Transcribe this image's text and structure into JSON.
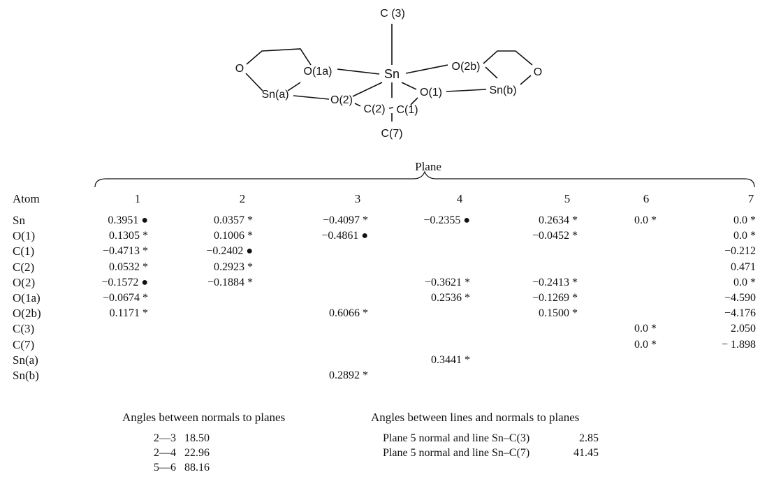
{
  "diagram": {
    "atoms": {
      "c3": "C (3)",
      "o_left": "O",
      "o1a": "O(1a)",
      "sn": "Sn",
      "o2b": "O(2b)",
      "o_right": "O",
      "sna": "Sn(a)",
      "o2": "O(2)",
      "c2": "C(2)",
      "c1": "C(1)",
      "o1": "O(1)",
      "snb": "Sn(b)",
      "c7": "C(7)"
    }
  },
  "table": {
    "group_title": "Plane",
    "atom_header": "Atom",
    "plane_headers": [
      "1",
      "2",
      "3",
      "4",
      "5",
      "6",
      "7"
    ],
    "rows": [
      {
        "atom": "Sn",
        "values": [
          "0.3951 ●",
          "0.0357 *",
          "−0.4097 *",
          "−0.2355 ●",
          "0.2634 *",
          "0.0 *",
          "0.0 *"
        ]
      },
      {
        "atom": "O(1)",
        "values": [
          "0.1305 *",
          "0.1006 *",
          "−0.4861 ●",
          "",
          "−0.0452 *",
          "",
          "0.0 *"
        ]
      },
      {
        "atom": "C(1)",
        "values": [
          "−0.4713 *",
          "−0.2402 ●",
          "",
          "",
          "",
          "",
          "−0.212"
        ]
      },
      {
        "atom": "C(2)",
        "values": [
          "0.0532 *",
          "0.2923 *",
          "",
          "",
          "",
          "",
          "0.471"
        ]
      },
      {
        "atom": "O(2)",
        "values": [
          "−0.1572 ●",
          "−0.1884 *",
          "",
          "−0.3621 *",
          "−0.2413 *",
          "",
          "0.0 *"
        ]
      },
      {
        "atom": "O(1a)",
        "values": [
          "−0.0674 *",
          "",
          "",
          "0.2536 *",
          "−0.1269 *",
          "",
          "−4.590"
        ]
      },
      {
        "atom": "O(2b)",
        "values": [
          "0.1171 *",
          "",
          "0.6066 *",
          "",
          "0.1500 *",
          "",
          "−4.176"
        ]
      },
      {
        "atom": "C(3)",
        "values": [
          "",
          "",
          "",
          "",
          "",
          "0.0 *",
          "2.050"
        ]
      },
      {
        "atom": "C(7)",
        "values": [
          "",
          "",
          "",
          "",
          "",
          "0.0 *",
          "− 1.898"
        ]
      },
      {
        "atom": "Sn(a)",
        "values": [
          "",
          "",
          "",
          "0.3441 *",
          "",
          "",
          ""
        ]
      },
      {
        "atom": "Sn(b)",
        "values": [
          "",
          "",
          "0.2892 *",
          "",
          "",
          "",
          ""
        ]
      }
    ]
  },
  "normals": {
    "title": "Angles between normals to planes",
    "rows": [
      {
        "label": "2—3",
        "value": "18.50"
      },
      {
        "label": "2—4",
        "value": "22.96"
      },
      {
        "label": "5—6",
        "value": "88.16"
      }
    ]
  },
  "lines": {
    "title": "Angles between lines and normals to planes",
    "rows": [
      {
        "label": "Plane 5 normal and line Sn–C(3)",
        "value": "2.85"
      },
      {
        "label": "Plane 5 normal and line Sn–C(7)",
        "value": "41.45"
      }
    ]
  }
}
